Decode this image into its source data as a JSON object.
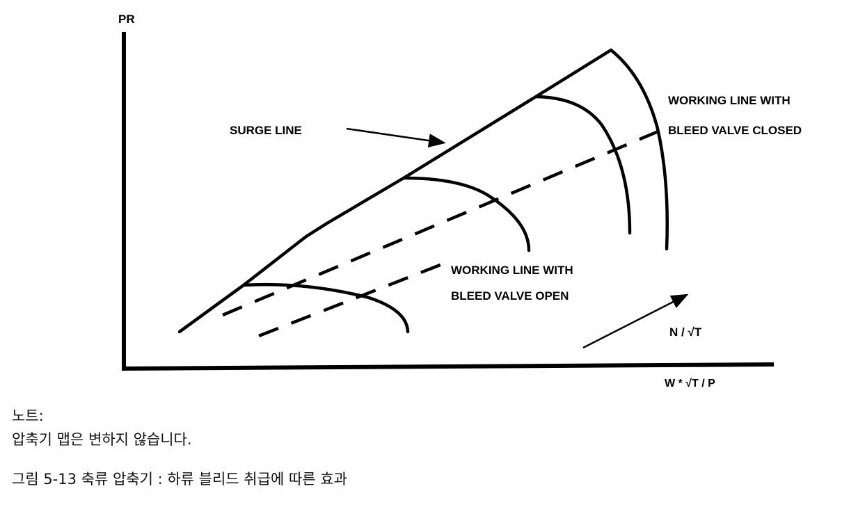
{
  "diagram": {
    "y_axis_label": "PR",
    "x_axis_label": "W * √T / P",
    "surge_line_label": "SURGE LINE",
    "working_line_closed_label_1": "WORKING LINE WITH",
    "working_line_closed_label_2": "BLEED VALVE CLOSED",
    "working_line_open_label_1": "WORKING LINE WITH",
    "working_line_open_label_2": "BLEED VALVE OPEN",
    "speed_arrow_label": "N / √T"
  },
  "caption": {
    "note_heading": "노트:",
    "note_text": "압축기 맵은 변하지 않습니다.",
    "figure_title": "그림 5-13 축류 압축기 : 하류 블리드 취급에 따른 효과"
  }
}
